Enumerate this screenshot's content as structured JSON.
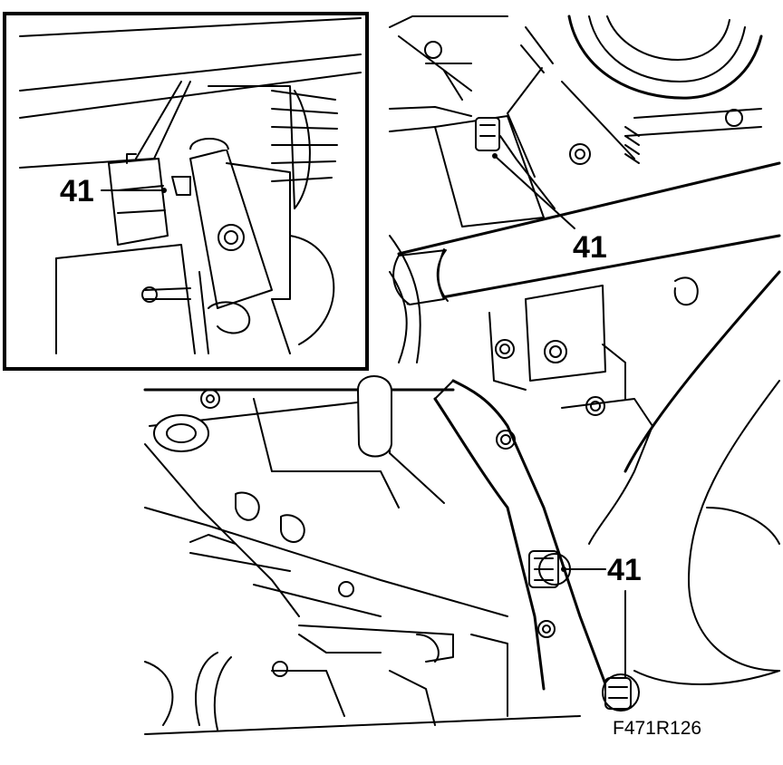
{
  "diagram": {
    "callouts": [
      {
        "id": "inset",
        "label": "41"
      },
      {
        "id": "top-right",
        "label": "41"
      },
      {
        "id": "bottom-right",
        "label": "41"
      }
    ],
    "figure_ref": "F471R126"
  }
}
